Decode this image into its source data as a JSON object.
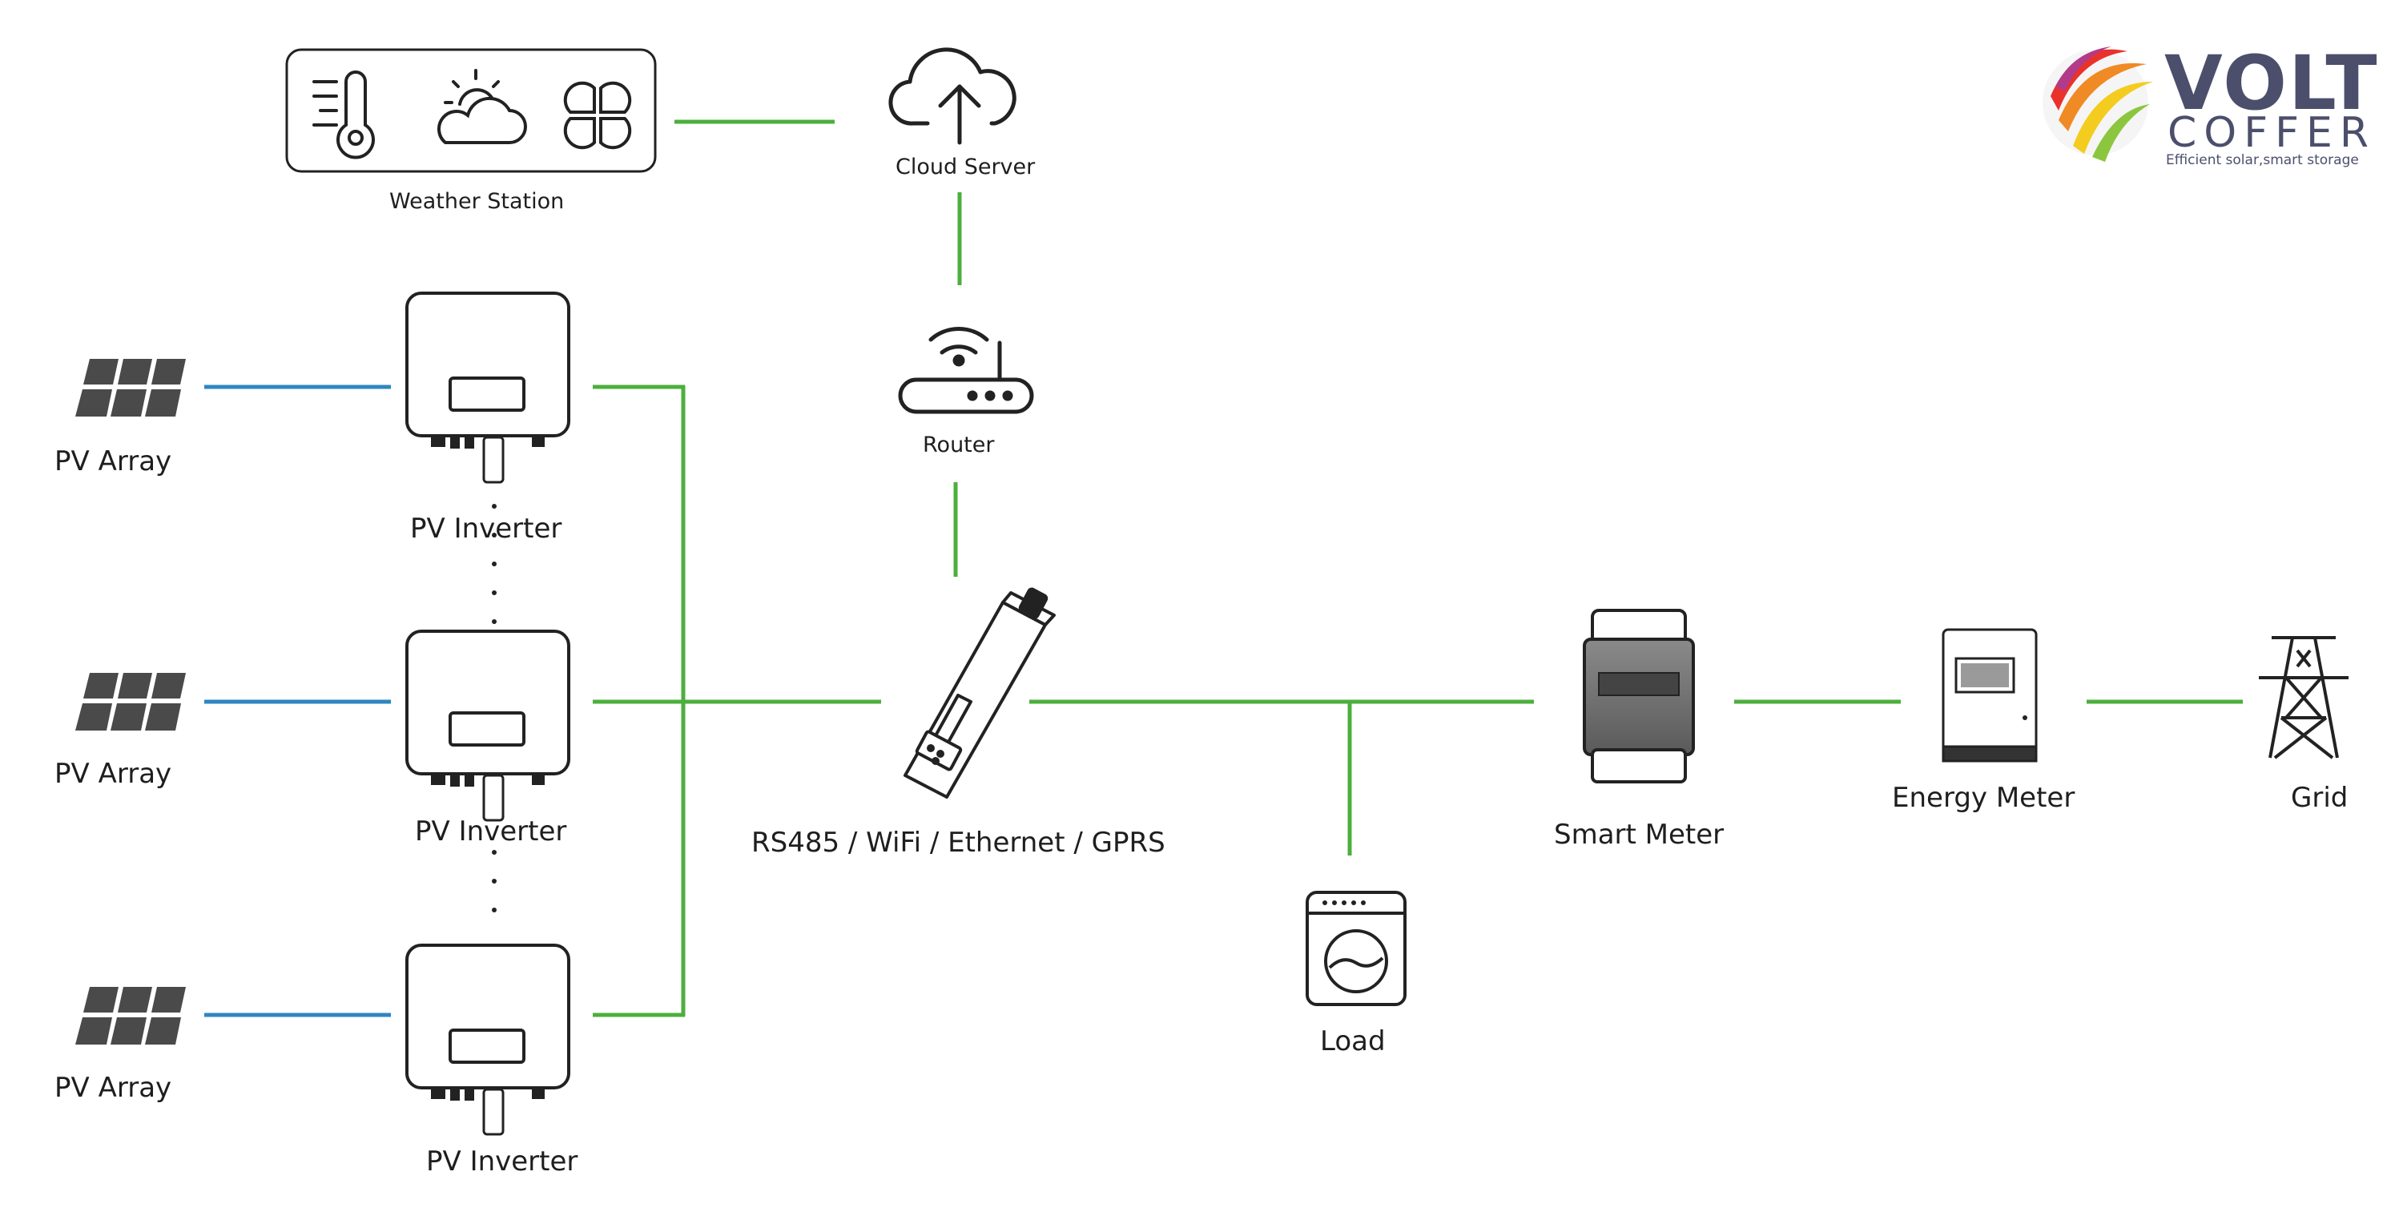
{
  "brand": {
    "name_line1": "VOLT",
    "name_line2": "COFFER",
    "tagline": "Efficient solar,smart storage",
    "text_color": "#4b4f6c"
  },
  "colors": {
    "dc_line": "#2e86c1",
    "comm_line": "#4caf3d",
    "icon_stroke": "#1a1a1a"
  },
  "nodes": {
    "weather_station": "Weather Station",
    "cloud_server": "Cloud Server",
    "router": "Router",
    "pv_arrays": [
      "PV Array",
      "PV Array",
      "PV Array"
    ],
    "pv_inverters": [
      "PV Inverter",
      "PV Inverter",
      "PV Inverter"
    ],
    "datalogger": "RS485 / WiFi / Ethernet / GPRS",
    "load": "Load",
    "smart_meter": "Smart Meter",
    "energy_meter": "Energy Meter",
    "grid": "Grid"
  },
  "icons": {
    "weather_station": [
      "thermometer-icon",
      "sun-cloud-icon",
      "fan-icon"
    ],
    "cloud_server": "cloud-upload-icon",
    "router": "wifi-router-icon",
    "pv_array": "solar-panel-icon",
    "pv_inverter": "inverter-icon",
    "datalogger": "datalogger-stick-icon",
    "load": "washing-machine-icon",
    "smart_meter": "smart-meter-icon",
    "energy_meter": "energy-meter-icon",
    "grid": "transmission-tower-icon"
  }
}
